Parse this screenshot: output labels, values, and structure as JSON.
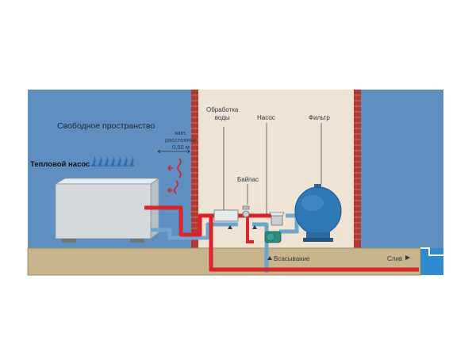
{
  "labels": {
    "free_space": "Свободное пространство",
    "heat_pump": "Тепловой насос",
    "min_distance": "мин.\nрасстояние\n0,50 м",
    "water_treatment": "Обработка\nводы",
    "pump": "Насос",
    "filter": "Фильтр",
    "bypass": "Байпас",
    "suction": "Всасывание",
    "drain": "Слив"
  },
  "colors": {
    "outdoor_bg": "#5e8fc0",
    "room_bg": "#efe3d3",
    "brick": "#b23a33",
    "ground": "#c8b58c",
    "hot_pipe": "#d8242b",
    "cold_pipe": "#6ea6cf",
    "filter_tank": "#2f78b6",
    "pump_body": "#2a8d7e",
    "heat_pump_unit": "#d5d9de",
    "flame_icons": "#2f6fb4",
    "heat_waves": "#d8242b",
    "pool_water": "#2f8ad2"
  },
  "icons": [
    "heat-wave-icon",
    "arrow-icon",
    "heat-pump-unit",
    "filter-tank",
    "circulation-pump",
    "water-treatment-unit",
    "bypass-valve"
  ]
}
